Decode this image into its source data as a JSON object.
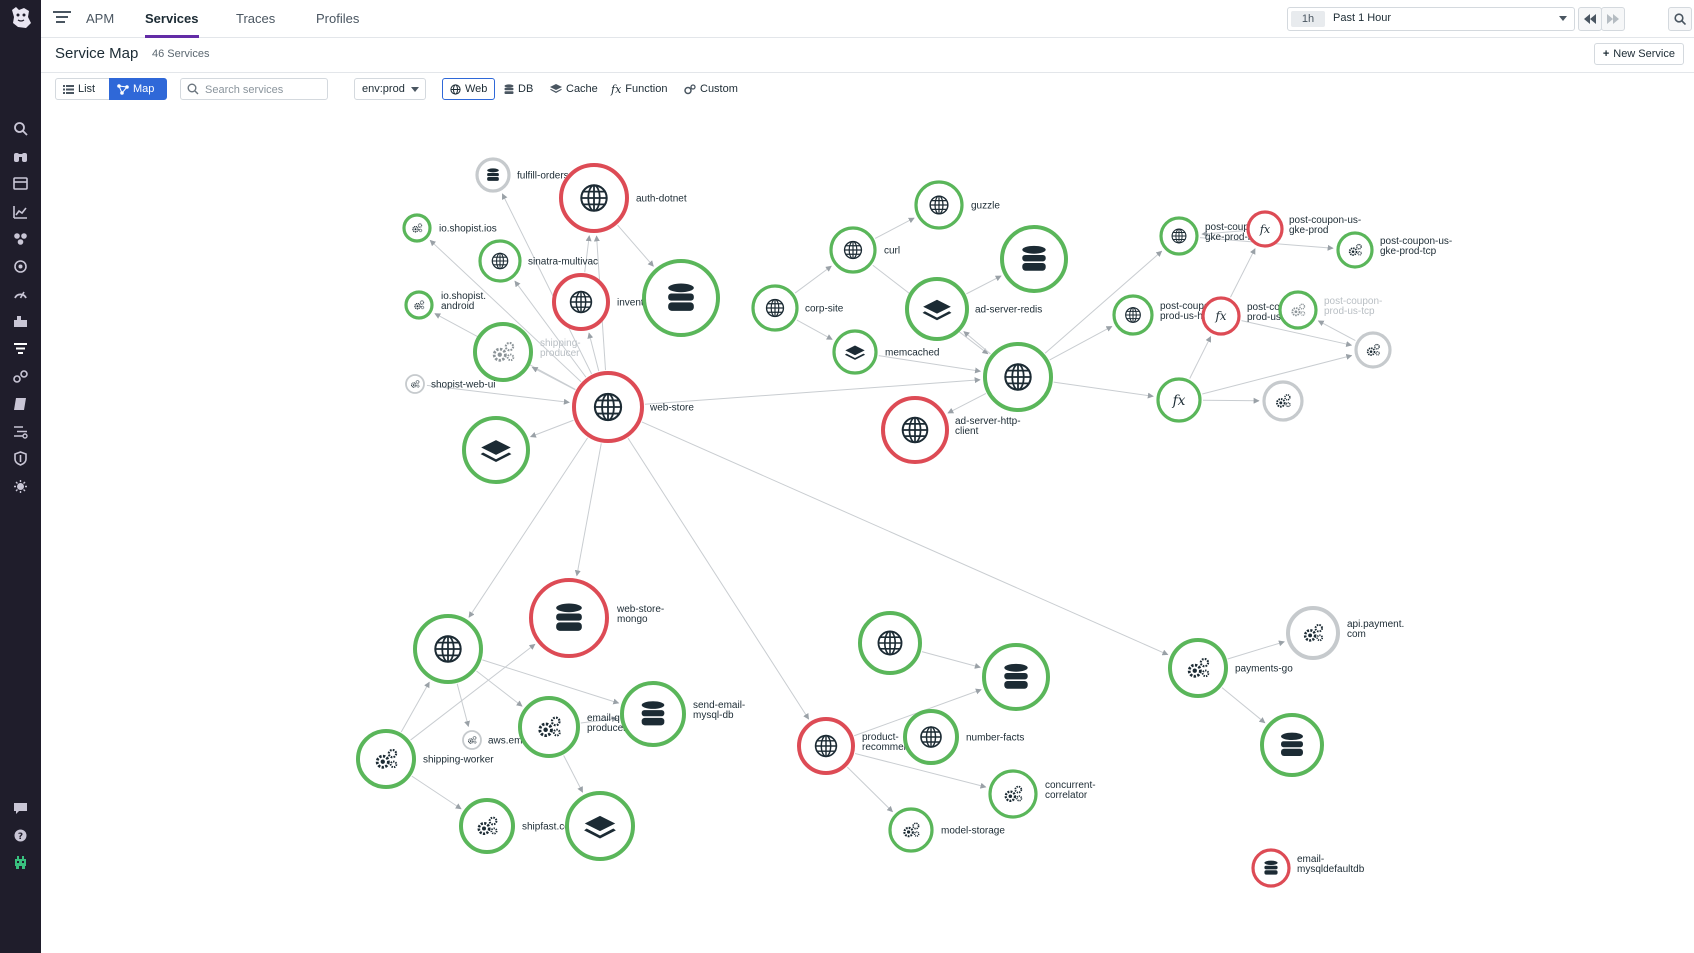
{
  "nav": {
    "items": [
      "search-icon",
      "binoculars-icon",
      "dashboard-icon",
      "metrics-icon",
      "integrations-icon",
      "monitors-icon",
      "watchdog-icon",
      "infrastructure-icon",
      "apm-icon",
      "ci-icon",
      "notebooks-icon",
      "logs-icon",
      "security-icon",
      "rum-icon"
    ],
    "bottom": [
      "chat-icon",
      "help-icon",
      "user-icon"
    ]
  },
  "topbar": {
    "app": "APM",
    "tabs": [
      "Services",
      "Traces",
      "Profiles"
    ],
    "active_tab": "Services",
    "time_badge": "1h",
    "time_label": "Past 1 Hour"
  },
  "header": {
    "title": "Service Map",
    "count": "46 Services",
    "new_service": "New Service"
  },
  "filters": {
    "view_list": "List",
    "view_map": "Map",
    "search_placeholder": "Search services",
    "env": "env:prod",
    "types": [
      "Web",
      "DB",
      "Cache",
      "Function",
      "Custom"
    ],
    "active_type": "Web"
  },
  "colors": {
    "healthy": "#5ab65a",
    "error": "#dd4b55",
    "neutral": "#c6cacd",
    "accent": "#2f68d8",
    "brand": "#632ca6"
  },
  "map": {
    "nodes": [
      {
        "id": "fulfill-orders",
        "label": "fulfill-orders",
        "type": "db",
        "status": "neutral"
      },
      {
        "id": "auth-dotnet",
        "label": "auth-dotnet",
        "type": "web",
        "status": "error"
      },
      {
        "id": "io-shopist-ios",
        "label": "io.shopist.ios",
        "type": "custom",
        "status": "healthy"
      },
      {
        "id": "sinatra-multivac",
        "label": "sinatra-multivac",
        "type": "web",
        "status": "healthy"
      },
      {
        "id": "inventory-api",
        "label": "inventory-api",
        "type": "web",
        "status": "error"
      },
      {
        "id": "inventory-db",
        "label": "",
        "type": "db",
        "status": "healthy"
      },
      {
        "id": "io-shopist-android",
        "label": [
          "io.shopist.",
          "android"
        ],
        "type": "custom",
        "status": "healthy"
      },
      {
        "id": "shipping-producer",
        "label": [
          "shipping-",
          "producer"
        ],
        "type": "custom",
        "status": "healthy",
        "faded": true
      },
      {
        "id": "shopist-web-ui",
        "label": "shopist-web-ui",
        "type": "custom",
        "status": "neutral"
      },
      {
        "id": "web-store",
        "label": "web-store",
        "type": "web",
        "status": "error"
      },
      {
        "id": "cache-a",
        "label": "",
        "type": "cache",
        "status": "healthy"
      },
      {
        "id": "guzzle",
        "label": "guzzle",
        "type": "web",
        "status": "healthy"
      },
      {
        "id": "curl",
        "label": "curl",
        "type": "web",
        "status": "healthy"
      },
      {
        "id": "db-redis",
        "label": "",
        "type": "db",
        "status": "healthy"
      },
      {
        "id": "ad-server-redis",
        "label": "ad-server-redis",
        "type": "cache",
        "status": "healthy"
      },
      {
        "id": "corp-site",
        "label": "corp-site",
        "type": "web",
        "status": "healthy"
      },
      {
        "id": "memcached",
        "label": "memcached",
        "type": "cache",
        "status": "healthy"
      },
      {
        "id": "ad-server",
        "label": "",
        "type": "web",
        "status": "healthy"
      },
      {
        "id": "ad-server-http-client",
        "label": [
          "ad-server-http-",
          "client"
        ],
        "type": "web",
        "status": "error"
      },
      {
        "id": "pc-gke-http",
        "label": [
          "post-coupon-us-",
          "gke-prod-http..."
        ],
        "type": "web",
        "status": "healthy"
      },
      {
        "id": "pc-gke-prod",
        "label": [
          "post-coupon-us-",
          "gke-prod"
        ],
        "type": "function",
        "status": "error"
      },
      {
        "id": "pc-gke-tcp",
        "label": [
          "post-coupon-us-",
          "gke-prod-tcp"
        ],
        "type": "custom",
        "status": "healthy"
      },
      {
        "id": "pc-prod-http",
        "label": [
          "post-coupon-",
          "prod-us-http-cl..."
        ],
        "type": "web",
        "status": "healthy"
      },
      {
        "id": "pc-prod-us",
        "label": [
          "post-coupon-",
          "prod-us"
        ],
        "type": "function",
        "status": "error"
      },
      {
        "id": "pc-prod-us-tcp",
        "label": [
          "post-coupon-",
          "prod-us-tcp"
        ],
        "type": "custom",
        "status": "healthy",
        "faded": true
      },
      {
        "id": "custom-r",
        "label": "",
        "type": "custom",
        "status": "neutral"
      },
      {
        "id": "function-f",
        "label": "",
        "type": "function",
        "status": "healthy"
      },
      {
        "id": "custom-r2",
        "label": "",
        "type": "custom",
        "status": "neutral"
      },
      {
        "id": "web-store-mongo",
        "label": [
          "web-store-",
          "mongo"
        ],
        "type": "db",
        "status": "error"
      },
      {
        "id": "web-b",
        "label": "",
        "type": "web",
        "status": "healthy"
      },
      {
        "id": "aws-email",
        "label": "aws.email",
        "type": "custom",
        "status": "neutral"
      },
      {
        "id": "email-queue-producer",
        "label": [
          "email-queue-",
          "producer"
        ],
        "type": "custom",
        "status": "healthy"
      },
      {
        "id": "send-email-mysql-db",
        "label": [
          "send-email-",
          "mysql-db"
        ],
        "type": "db",
        "status": "healthy"
      },
      {
        "id": "shipping-worker",
        "label": "shipping-worker",
        "type": "custom",
        "status": "healthy"
      },
      {
        "id": "shipfast-custom",
        "label": "shipfast.com",
        "type": "custom",
        "status": "healthy"
      },
      {
        "id": "shipfast-cache",
        "label": "",
        "type": "cache",
        "status": "healthy"
      },
      {
        "id": "web-c",
        "label": "",
        "type": "web",
        "status": "healthy"
      },
      {
        "id": "db-c",
        "label": "",
        "type": "db",
        "status": "healthy"
      },
      {
        "id": "product-recommendation",
        "label": [
          "product-",
          "recommendati..."
        ],
        "type": "web",
        "status": "error"
      },
      {
        "id": "number-facts",
        "label": "number-facts",
        "type": "web",
        "status": "healthy"
      },
      {
        "id": "concurrent-correlator",
        "label": [
          "concurrent-",
          "correlator"
        ],
        "type": "custom",
        "status": "healthy"
      },
      {
        "id": "model-storage",
        "label": "model-storage",
        "type": "custom",
        "status": "healthy"
      },
      {
        "id": "payments-go",
        "label": "payments-go",
        "type": "custom",
        "status": "healthy"
      },
      {
        "id": "api-payment",
        "label": [
          "api.payment.",
          "com"
        ],
        "type": "custom",
        "status": "neutral"
      },
      {
        "id": "db-payments",
        "label": "",
        "type": "db",
        "status": "healthy"
      },
      {
        "id": "email-mysqldefaultdb",
        "label": [
          "email-",
          "mysqldefaultdb"
        ],
        "type": "db",
        "status": "error"
      }
    ],
    "edges": [
      [
        "web-store",
        "fulfill-orders"
      ],
      [
        "web-store",
        "auth-dotnet"
      ],
      [
        "auth-dotnet",
        "inventory-db"
      ],
      [
        "web-store",
        "io-shopist-ios"
      ],
      [
        "web-store",
        "sinatra-multivac"
      ],
      [
        "web-store",
        "inventory-api"
      ],
      [
        "inventory-api",
        "auth-dotnet"
      ],
      [
        "web-store",
        "io-shopist-android"
      ],
      [
        "web-store",
        "shipping-producer"
      ],
      [
        "shopist-web-ui",
        "web-store"
      ],
      [
        "web-store",
        "cache-a"
      ],
      [
        "web-store",
        "ad-server"
      ],
      [
        "curl",
        "guzzle"
      ],
      [
        "corp-site",
        "curl"
      ],
      [
        "corp-site",
        "memcached"
      ],
      [
        "curl",
        "ad-server"
      ],
      [
        "memcached",
        "ad-server"
      ],
      [
        "ad-server",
        "ad-server-redis"
      ],
      [
        "ad-server-redis",
        "db-redis"
      ],
      [
        "ad-server",
        "ad-server-http-client"
      ],
      [
        "ad-server",
        "pc-gke-http"
      ],
      [
        "ad-server",
        "pc-prod-http"
      ],
      [
        "ad-server",
        "function-f"
      ],
      [
        "pc-gke-http",
        "pc-gke-tcp"
      ],
      [
        "pc-gke-prod",
        "pc-gke-http"
      ],
      [
        "pc-prod-us",
        "pc-gke-prod"
      ],
      [
        "function-f",
        "pc-prod-us"
      ],
      [
        "pc-prod-us",
        "custom-r"
      ],
      [
        "function-f",
        "custom-r2"
      ],
      [
        "function-f",
        "custom-r"
      ],
      [
        "custom-r",
        "pc-prod-us-tcp"
      ],
      [
        "web-store",
        "web-store-mongo"
      ],
      [
        "web-store",
        "web-b"
      ],
      [
        "web-store",
        "product-recommendation"
      ],
      [
        "web-store",
        "payments-go"
      ],
      [
        "web-b",
        "aws-email"
      ],
      [
        "web-b",
        "email-queue-producer"
      ],
      [
        "web-b",
        "send-email-mysql-db"
      ],
      [
        "shipping-worker",
        "web-b"
      ],
      [
        "shipping-worker",
        "web-store-mongo"
      ],
      [
        "shipping-worker",
        "shipfast-custom"
      ],
      [
        "email-queue-producer",
        "send-email-mysql-db"
      ],
      [
        "email-queue-producer",
        "shipfast-cache"
      ],
      [
        "web-c",
        "db-c"
      ],
      [
        "product-recommendation",
        "db-c"
      ],
      [
        "product-recommendation",
        "concurrent-correlator"
      ],
      [
        "product-recommendation",
        "model-storage"
      ],
      [
        "payments-go",
        "api-payment"
      ],
      [
        "payments-go",
        "db-payments"
      ]
    ]
  }
}
